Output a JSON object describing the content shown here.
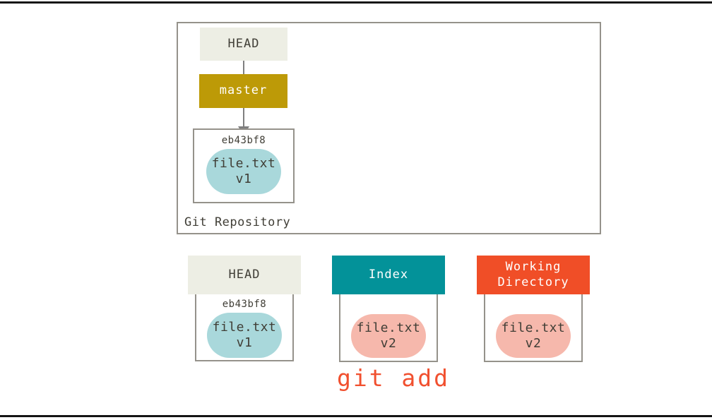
{
  "colors": {
    "head_header_bg": "#EDEEE4",
    "branch_bg": "#BD9A07",
    "index_header_bg": "#039299",
    "workdir_header_bg": "#F04E27",
    "blob_blue": "#A9D8DB",
    "blob_pink": "#F6B8AC",
    "box_border": "#95928B",
    "text_dark": "#403E36",
    "text_light": "#FFFFFF",
    "connector": "#7F7F7F",
    "command_text": "#F1502F",
    "rule": "#141414"
  },
  "repository": {
    "label": "Git Repository",
    "head": {
      "label": "HEAD"
    },
    "branch": {
      "label": "master"
    },
    "commit": {
      "hash": "eb43bf8",
      "file_name": "file.txt",
      "file_version": "v1"
    }
  },
  "areas": {
    "head": {
      "title": "HEAD",
      "hash": "eb43bf8",
      "file_name": "file.txt",
      "file_version": "v1"
    },
    "index": {
      "title": "Index",
      "file_name": "file.txt",
      "file_version": "v2"
    },
    "working_directory": {
      "title_line1": "Working",
      "title_line2": "Directory",
      "file_name": "file.txt",
      "file_version": "v2"
    }
  },
  "command": {
    "label": "git add"
  }
}
